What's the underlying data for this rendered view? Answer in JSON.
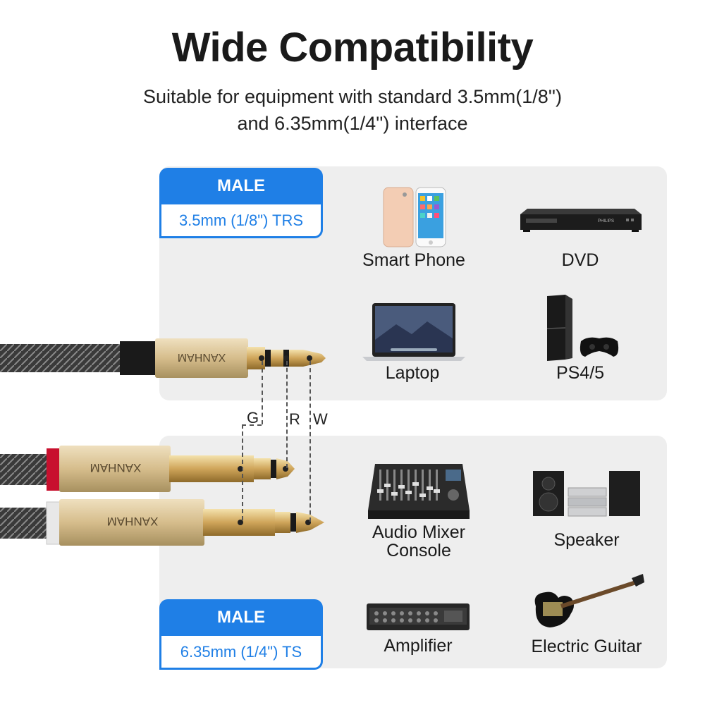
{
  "title": "Wide Compatibility",
  "subtitle_line1": "Suitable for equipment with standard 3.5mm(1/8'')",
  "subtitle_line2": "and 6.35mm(1/4'') interface",
  "badge_top": {
    "head": "MALE",
    "body": "3.5mm (1/8\") TRS"
  },
  "badge_bottom": {
    "head": "MALE",
    "body": "6.35mm (1/4\") TS"
  },
  "brand": "XANHAM",
  "wires": {
    "g": "G",
    "r": "R",
    "w": "W"
  },
  "devices_top": [
    "Smart Phone",
    "DVD",
    "Laptop",
    "PS4/5"
  ],
  "devices_bottom": [
    "Audio Mixer Console",
    "Speaker",
    "Amplifier",
    "Electric Guitar"
  ],
  "device_bottom_line1": "Audio Mixer",
  "device_bottom_line2": "Console",
  "dvd_brand": "PHILIPS",
  "colors": {
    "accent": "#1f7fe6",
    "gold": "#d4b06a",
    "red_ring": "#c8102e",
    "white_ring": "#e8e8e8"
  }
}
